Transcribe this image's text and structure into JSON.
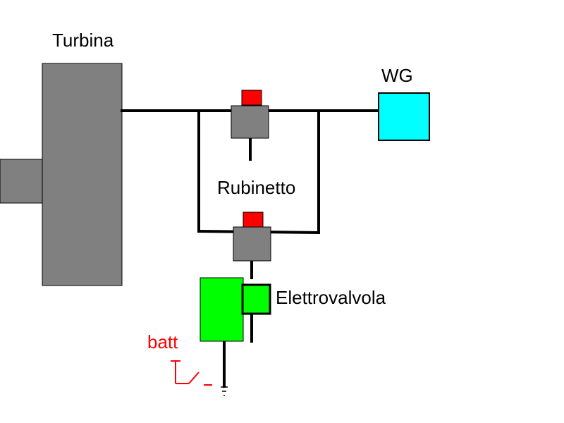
{
  "labels": {
    "turbina": "Turbina",
    "wg": "WG",
    "rubinetto": "Rubinetto",
    "elettrovalvola": "Elettrovalvola",
    "batt": "batt"
  },
  "colors": {
    "background": "#ffffff",
    "pipe": "#000000",
    "turbine": "#808080",
    "valve_body": "#808080",
    "valve_knob": "#ff0000",
    "wastegate": "#00ffff",
    "solenoid": "#00ff00",
    "battery_wire": "#ff0000",
    "outline": "#000000"
  },
  "icons": {
    "turbine": "turbine-block",
    "wastegate": "wastegate-box",
    "valve": "tap-valve",
    "solenoid": "solenoid-valve",
    "switch": "switch-icon",
    "ground": "ground-icon"
  }
}
